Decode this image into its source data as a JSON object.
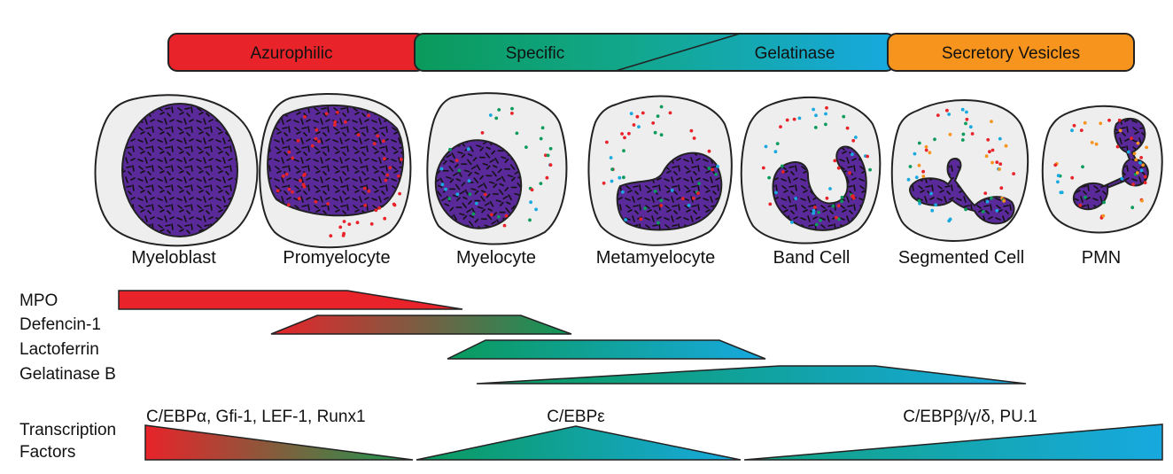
{
  "granule_bar": {
    "azurophilic": "Azurophilic",
    "specific": "Specific",
    "gelatinase": "Gelatinase",
    "secretory": "Secretory Vesicles"
  },
  "cells": [
    {
      "label": "Myeloblast"
    },
    {
      "label": "Promyelocyte"
    },
    {
      "label": "Myelocyte"
    },
    {
      "label": "Metamyelocyte"
    },
    {
      "label": "Band Cell"
    },
    {
      "label": "Segmented Cell"
    },
    {
      "label": "PMN"
    }
  ],
  "proteins": [
    {
      "label": "MPO"
    },
    {
      "label": "Defencin-1"
    },
    {
      "label": "Lactoferrin"
    },
    {
      "label": "Gelatinase B"
    }
  ],
  "transcription": {
    "label_line1": "Transcription",
    "label_line2": "Factors",
    "group1": "C/EBPα, Gfi-1, LEF-1, Runx1",
    "group2": "C/EBPε",
    "group3": "C/EBPβ/γ/δ, PU.1"
  },
  "colors": {
    "azurophilic": "#e8232a",
    "specific": "#0a9a5b",
    "gelatinase": "#17a9df",
    "secretory": "#f7941d",
    "nucleus": "#5b2a9a",
    "cytoplasm": "#eeeeee"
  }
}
